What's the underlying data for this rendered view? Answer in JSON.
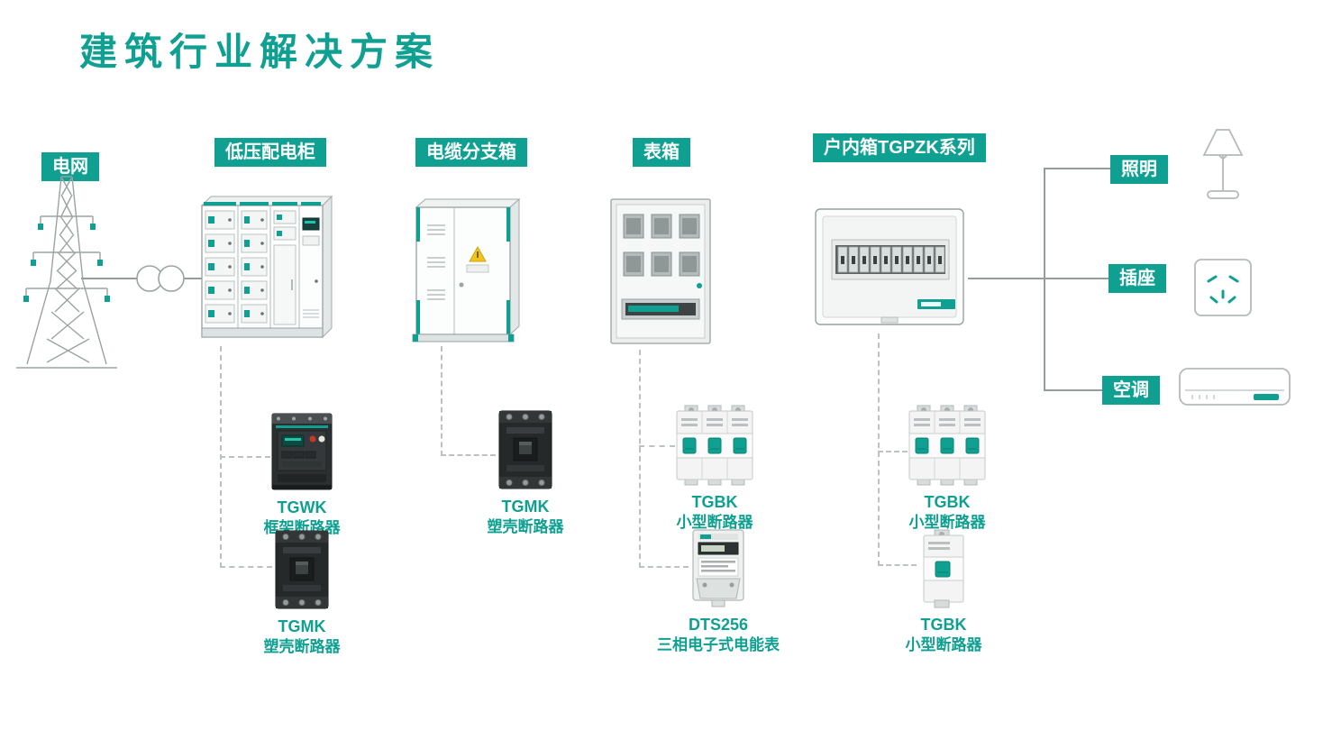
{
  "title": "建筑行业解决方案",
  "colors": {
    "accent": "#0fa092",
    "line": "#949d9c",
    "dashed": "#bcc2c1"
  },
  "flow": {
    "grid": "电网",
    "cabinet": "低压配电柜",
    "branch": "电缆分支箱",
    "meter": "表箱",
    "indoor": "户内箱TGPZK系列"
  },
  "loads": {
    "lighting": "照明",
    "socket": "插座",
    "ac": "空调"
  },
  "products": {
    "tgwk": {
      "model": "TGWK",
      "name": "框架断路器"
    },
    "tgmk_cabinet": {
      "model": "TGMK",
      "name": "塑壳断路器"
    },
    "tgmk_branch": {
      "model": "TGMK",
      "name": "塑壳断路器"
    },
    "tgbk_meter": {
      "model": "TGBK",
      "name": "小型断路器"
    },
    "dts256": {
      "model": "DTS256",
      "name": "三相电子式电能表"
    },
    "tgbk_indoor_a": {
      "model": "TGBK",
      "name": "小型断路器"
    },
    "tgbk_indoor_b": {
      "model": "TGBK",
      "name": "小型断路器"
    }
  }
}
